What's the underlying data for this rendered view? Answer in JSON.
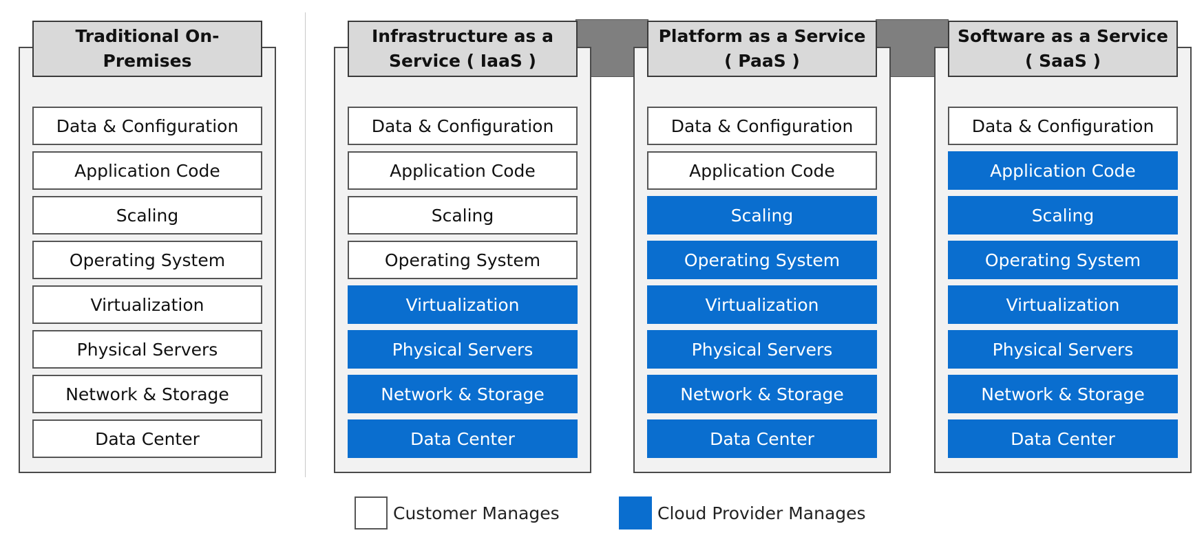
{
  "models": [
    {
      "title": "Traditional On-\nPremises",
      "layers": [
        {
          "label": "Data & Configuration",
          "managed_by": "customer"
        },
        {
          "label": "Application Code",
          "managed_by": "customer"
        },
        {
          "label": "Scaling",
          "managed_by": "customer"
        },
        {
          "label": "Operating System",
          "managed_by": "customer"
        },
        {
          "label": "Virtualization",
          "managed_by": "customer"
        },
        {
          "label": "Physical Servers",
          "managed_by": "customer"
        },
        {
          "label": "Network & Storage",
          "managed_by": "customer"
        },
        {
          "label": "Data Center",
          "managed_by": "customer"
        }
      ]
    },
    {
      "title": "Infrastructure as a\nService ( IaaS )",
      "layers": [
        {
          "label": "Data & Configuration",
          "managed_by": "customer"
        },
        {
          "label": "Application Code",
          "managed_by": "customer"
        },
        {
          "label": "Scaling",
          "managed_by": "customer"
        },
        {
          "label": "Operating System",
          "managed_by": "customer"
        },
        {
          "label": "Virtualization",
          "managed_by": "provider"
        },
        {
          "label": "Physical Servers",
          "managed_by": "provider"
        },
        {
          "label": "Network & Storage",
          "managed_by": "provider"
        },
        {
          "label": "Data Center",
          "managed_by": "provider"
        }
      ]
    },
    {
      "title": "Platform as a Service\n( PaaS )",
      "layers": [
        {
          "label": "Data & Configuration",
          "managed_by": "customer"
        },
        {
          "label": "Application Code",
          "managed_by": "customer"
        },
        {
          "label": "Scaling",
          "managed_by": "provider"
        },
        {
          "label": "Operating System",
          "managed_by": "provider"
        },
        {
          "label": "Virtualization",
          "managed_by": "provider"
        },
        {
          "label": "Physical Servers",
          "managed_by": "provider"
        },
        {
          "label": "Network & Storage",
          "managed_by": "provider"
        },
        {
          "label": "Data Center",
          "managed_by": "provider"
        }
      ]
    },
    {
      "title": "Software as a Service\n( SaaS )",
      "layers": [
        {
          "label": "Data & Configuration",
          "managed_by": "customer"
        },
        {
          "label": "Application Code",
          "managed_by": "provider"
        },
        {
          "label": "Scaling",
          "managed_by": "provider"
        },
        {
          "label": "Operating System",
          "managed_by": "provider"
        },
        {
          "label": "Virtualization",
          "managed_by": "provider"
        },
        {
          "label": "Physical Servers",
          "managed_by": "provider"
        },
        {
          "label": "Network & Storage",
          "managed_by": "provider"
        },
        {
          "label": "Data Center",
          "managed_by": "provider"
        }
      ]
    }
  ],
  "legend": {
    "customer": "Customer Manages",
    "provider": "Cloud Provider Manages"
  },
  "colors": {
    "provider": "#0a6ecf",
    "customer": "#ffffff",
    "header": "#d9d9d9",
    "panel": "#f2f2f2",
    "connector": "#7f7f7f"
  }
}
